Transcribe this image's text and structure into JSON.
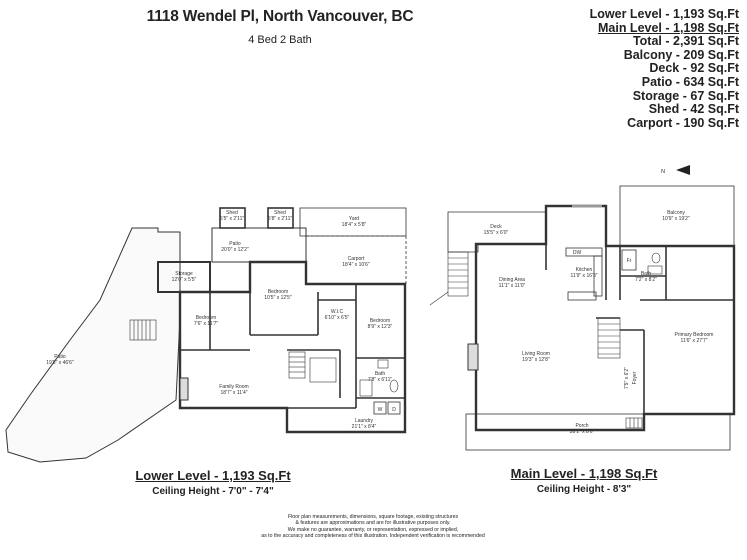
{
  "header": {
    "address": "1118 Wendel Pl, North Vancouver, BC",
    "bedbath": "4 Bed 2 Bath"
  },
  "area_summary": [
    {
      "text": "Lower Level - 1,193 Sq.Ft",
      "underline": false
    },
    {
      "text": "Main Level - 1,198 Sq.Ft",
      "underline": true
    },
    {
      "text": "Total - 2,391 Sq.Ft",
      "underline": false
    },
    {
      "text": "Balcony - 209 Sq.Ft",
      "underline": false
    },
    {
      "text": "Deck - 92 Sq.Ft",
      "underline": false
    },
    {
      "text": "Patio - 634 Sq.Ft",
      "underline": false
    },
    {
      "text": "Storage - 67 Sq.Ft",
      "underline": false
    },
    {
      "text": "Shed - 42 Sq.Ft",
      "underline": false
    },
    {
      "text": "Carport - 190 Sq.Ft",
      "underline": false
    }
  ],
  "compass": {
    "label": "N"
  },
  "lower_level": {
    "title": "Lower Level - 1,193 Sq.Ft",
    "ceiling": "Ceiling Height - 7'0\" - 7'4\"",
    "rooms": {
      "shed1": {
        "name": "Shed",
        "dim": "5'5\" x 2'11\""
      },
      "shed2": {
        "name": "Shed",
        "dim": "5'8\" x 2'11\""
      },
      "yard": {
        "name": "Yard",
        "dim": "18'4\" x 5'8\""
      },
      "patio_top": {
        "name": "Patio",
        "dim": "20'0\" x 12'2\""
      },
      "carport": {
        "name": "Carport",
        "dim": "18'4\" x 10'6\""
      },
      "storage": {
        "name": "Storage",
        "dim": "12'0\" x 5'5\""
      },
      "bedroom1": {
        "name": "Bedroom",
        "dim": "10'5\" x 12'5\""
      },
      "wic": {
        "name": "W.I.C",
        "dim": "6'10\" x 6'5\""
      },
      "bedroom2": {
        "name": "Bedroom",
        "dim": "7'6\" x 11'7\""
      },
      "bedroom3": {
        "name": "Bedroom",
        "dim": "8'9\" x 12'3\""
      },
      "patio_big": {
        "name": "Patio",
        "dim": "19'8\" x 46'6\""
      },
      "bath": {
        "name": "Bath",
        "dim": "7'8\" x 6'11\""
      },
      "family": {
        "name": "Family Room",
        "dim": "18'7\" x 11'4\""
      },
      "laundry": {
        "name": "Laundry",
        "dim": "21'1\" x 8'4\""
      },
      "washer": "W",
      "dryer": "D"
    }
  },
  "main_level": {
    "title": "Main Level - 1,198 Sq.Ft",
    "ceiling": "Ceiling Height - 8'3\"",
    "rooms": {
      "deck": {
        "name": "Deck",
        "dim": "15'5\" x 6'0\""
      },
      "balcony": {
        "name": "Balcony",
        "dim": "10'9\" x 19'2\""
      },
      "dining": {
        "name": "Dining Area",
        "dim": "11'1\" x 11'0\""
      },
      "kitchen": {
        "name": "Kitchen",
        "dim": "11'9\" x 16'3\""
      },
      "dw": "DW",
      "fr": "Fr",
      "bath": {
        "name": "Bath",
        "dim": "7'2\" x 8'2\""
      },
      "living": {
        "name": "Living Room",
        "dim": "19'3\" x 12'8\""
      },
      "primary": {
        "name": "Primary Bedroom",
        "dim": "11'6\" x 27'7\""
      },
      "foyer": {
        "name": "Foyer",
        "dim": "7'9\" x 6'2\""
      },
      "porch": {
        "name": "Porch",
        "dim": "38'1\" x 8'6\""
      }
    }
  },
  "disclaimer": [
    "Floor plan measurements, dimensions, square footage, existing structures",
    "& features are approximations and are for illustrative purposes only.",
    "We make no guarantee, warranty, or representation, expressed or implied,",
    "as to the accuracy and completeness of this illustration. Independent verification is recommended"
  ]
}
